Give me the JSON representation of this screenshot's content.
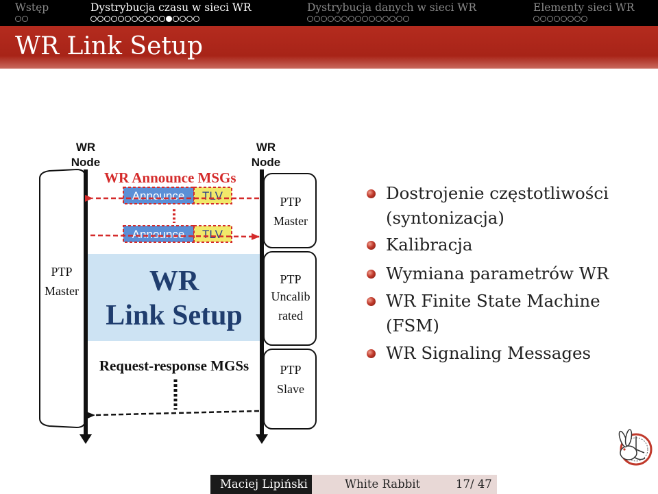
{
  "nav": {
    "sections": [
      {
        "label": "Wstęp",
        "dots": 2,
        "current": -1,
        "active": false
      },
      {
        "label": "Dystrybucja czasu w sieci WR",
        "dots": 16,
        "current": 11,
        "active": true
      },
      {
        "label": "Dystrybucja danych w sieci WR",
        "dots": 15,
        "current": -1,
        "active": false
      },
      {
        "label": "Elementy sieci WR",
        "dots": 8,
        "current": -1,
        "active": false
      }
    ]
  },
  "slide": {
    "title": "WR Link Setup",
    "bullets": [
      "Dostrojenie częstotliwości (syntonizacja)",
      "Kalibracja",
      "Wymiana parametrów WR",
      "WR Finite State Machine (FSM)",
      "WR Signaling Messages"
    ]
  },
  "diagram": {
    "left_node": [
      "WR",
      "Node"
    ],
    "right_node": [
      "WR",
      "Node"
    ],
    "announce_heading": "WR Announce MSGs",
    "announce_label": "Announce",
    "tlv_label": "TLV",
    "link_setup": [
      "WR",
      "Link Setup"
    ],
    "request_response": "Request-response MGSs",
    "left_state": [
      "PTP",
      "Master"
    ],
    "right_states": [
      [
        "PTP",
        "Master"
      ],
      [
        "PTP",
        "Uncalib",
        "rated"
      ],
      [
        "PTP",
        "Slave"
      ]
    ],
    "colors": {
      "heading_red": "#d42a2a",
      "announce_fill": "#5b8fd6",
      "tlv_fill": "#f1e86a",
      "link_box_fill": "#cde3f3",
      "link_text": "#1f3d6e"
    }
  },
  "footer": {
    "author": "Maciej Lipiński",
    "title": "White Rabbit",
    "page": "17/ 47"
  },
  "colors": {
    "title_bar": "#b02a1e",
    "nav_bg": "#000000",
    "bullet": "#c0392b"
  },
  "icons": {
    "logo": "white-rabbit-logo",
    "bullet": "ball-bullet"
  }
}
